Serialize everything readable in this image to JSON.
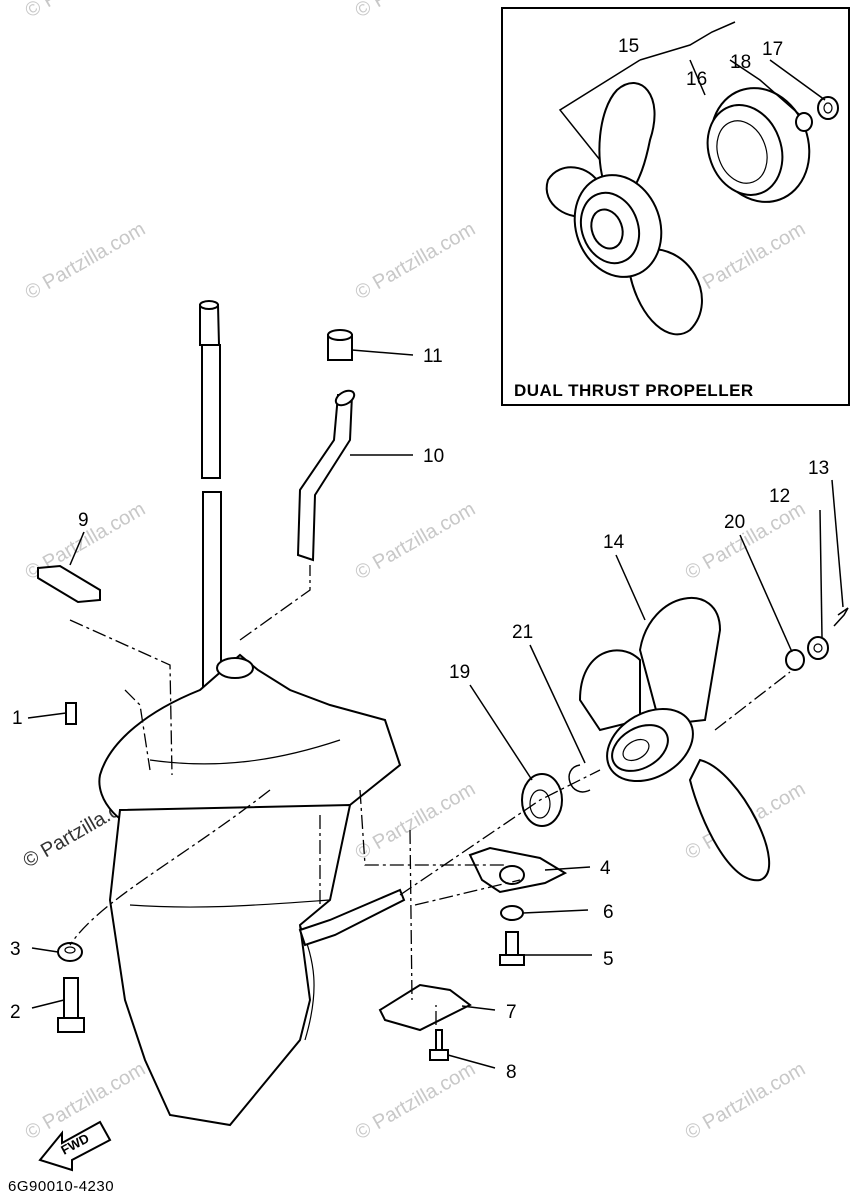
{
  "inset": {
    "title": "DUAL THRUST PROPELLER"
  },
  "callouts": [
    "1",
    "2",
    "3",
    "4",
    "5",
    "6",
    "7",
    "8",
    "9",
    "10",
    "11",
    "12",
    "13",
    "14",
    "15",
    "16",
    "17",
    "18",
    "19",
    "20",
    "21"
  ],
  "fwd_label": "FWD",
  "diagram_code": "6G90010-4230",
  "watermark": "© Partzilla.com"
}
